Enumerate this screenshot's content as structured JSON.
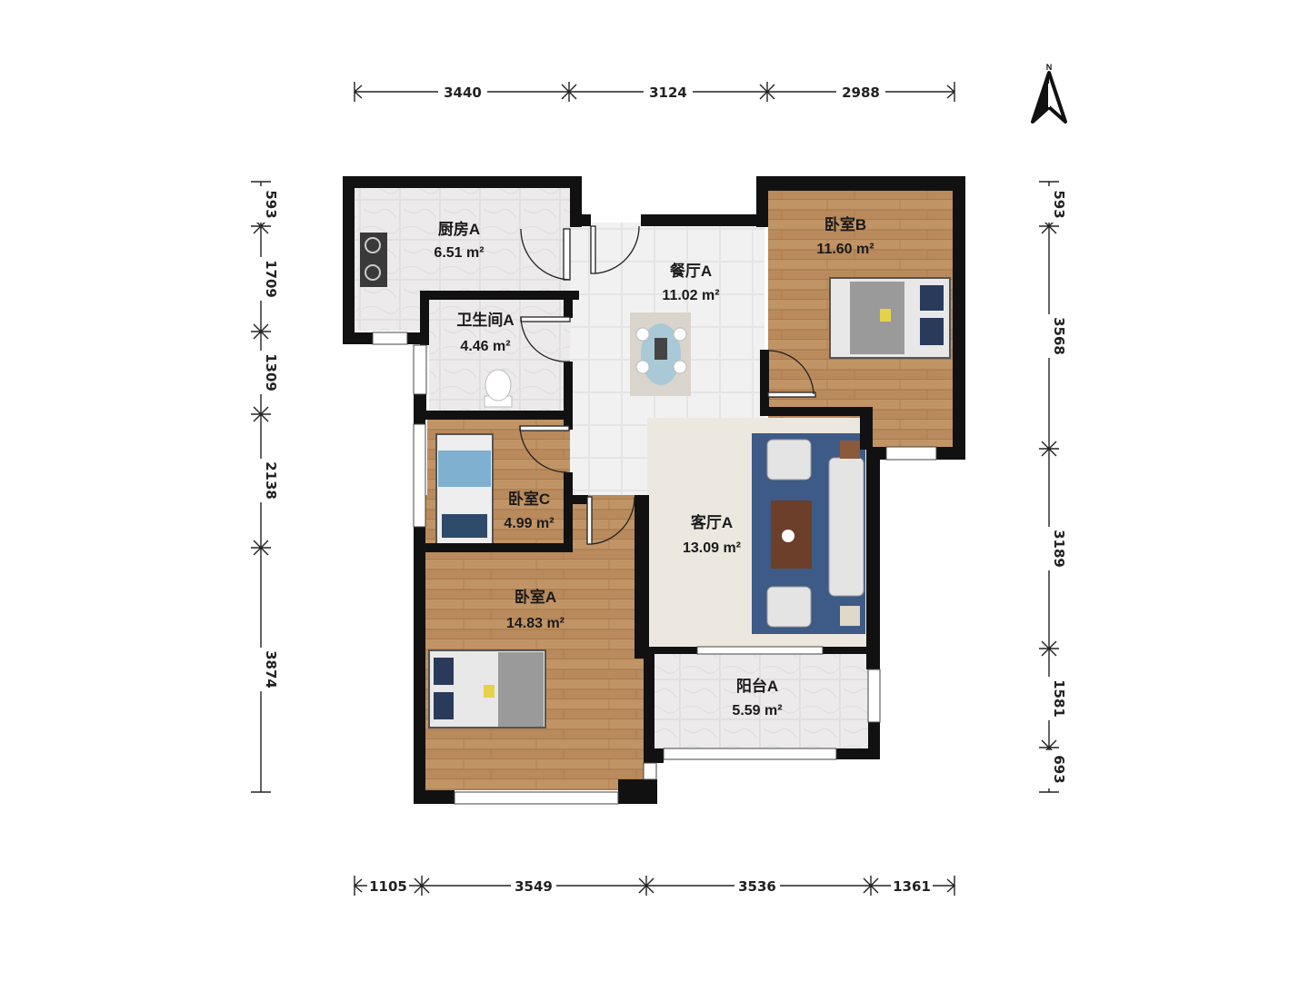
{
  "rooms": {
    "kitchen": {
      "name": "厨房A",
      "area": "6.51 m²"
    },
    "dining": {
      "name": "餐厅A",
      "area": "11.02 m²"
    },
    "bedroom_b": {
      "name": "卧室B",
      "area": "11.60 m²"
    },
    "bathroom": {
      "name": "卫生间A",
      "area": "4.46 m²"
    },
    "bedroom_c": {
      "name": "卧室C",
      "area": "4.99 m²"
    },
    "living": {
      "name": "客厅A",
      "area": "13.09 m²"
    },
    "bedroom_a": {
      "name": "卧室A",
      "area": "14.83 m²"
    },
    "balcony": {
      "name": "阳台A",
      "area": "5.59 m²"
    }
  },
  "dimensions": {
    "top": [
      "3440",
      "3124",
      "2988"
    ],
    "bottom": [
      "1105",
      "3549",
      "3536",
      "1361"
    ],
    "left": [
      "593",
      "1709",
      "1309",
      "2138",
      "3874"
    ],
    "right": [
      "593",
      "3568",
      "3189",
      "1581",
      "693"
    ]
  },
  "compass": {
    "label": "N",
    "icon": "north-arrow-icon"
  },
  "colors": {
    "wall": "#111111",
    "wood_floor": "#b98a5c",
    "tile_floor": "#efefef",
    "living_floor": "#ece8df",
    "rug": "#3e5a86"
  }
}
